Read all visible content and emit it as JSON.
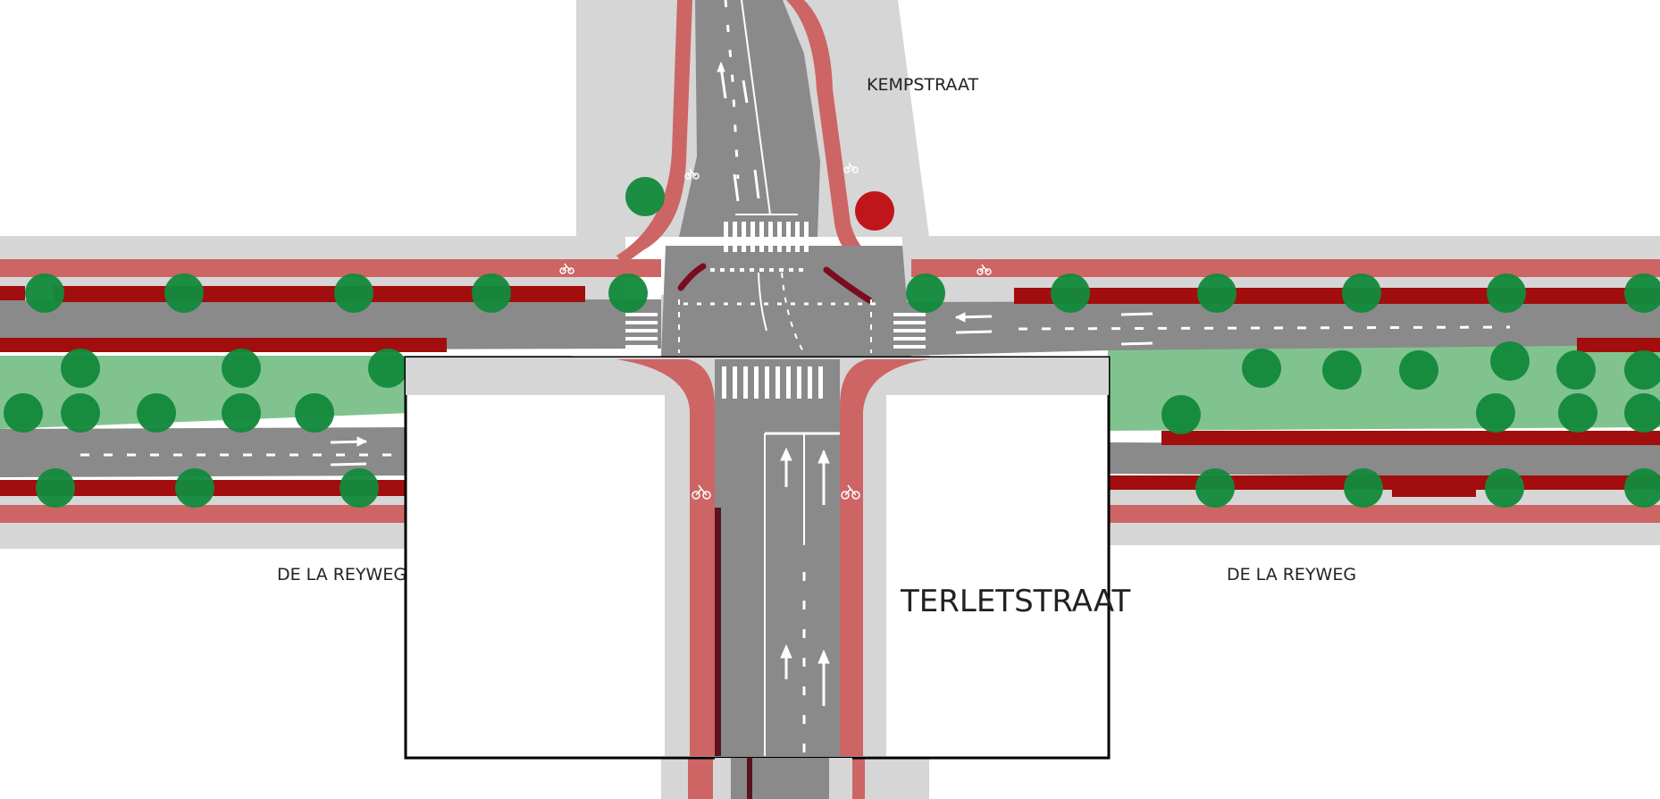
{
  "labels": {
    "north_street": "KEMPSTRAAT",
    "west_street": "DE LA REYWEG",
    "east_street": "DE LA REYWEG",
    "inset_street": "TERLETSTRAAT"
  },
  "colors": {
    "sidewalk": "#d6d6d6",
    "cycle_path": "#cd6565",
    "roadway": "#8a8a8a",
    "parking": "#a20d0d",
    "green_strip": "#80c38f",
    "tree": "#138a3c",
    "tree_highlighted": "#c0151a",
    "marking": "#ffffff",
    "inset_border": "#000000"
  },
  "icons": {
    "bicycle": "bicycle-icon",
    "arrow": "lane-arrow-icon"
  }
}
